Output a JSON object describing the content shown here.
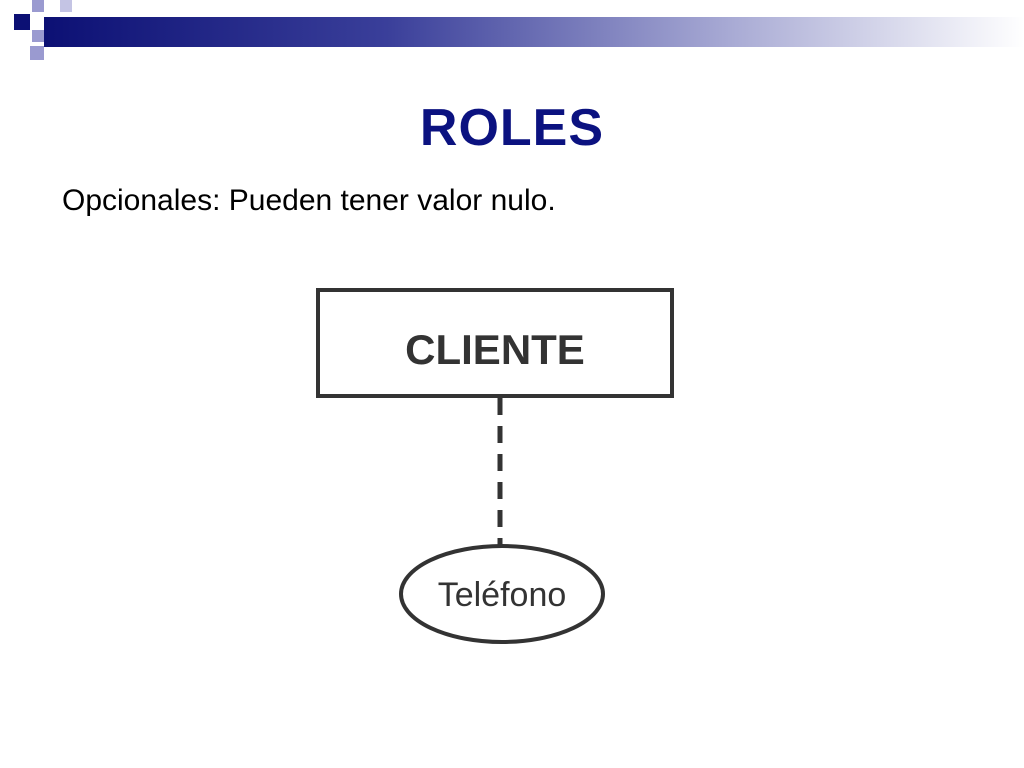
{
  "slide": {
    "title": "ROLES",
    "subtitle": "Opcionales: Pueden tener valor nulo."
  },
  "diagram": {
    "entity": {
      "label": "CLIENTE"
    },
    "attribute": {
      "label": "Teléfono"
    },
    "link": {
      "style": "dashed"
    }
  },
  "colors": {
    "title": "#0b1280",
    "banner_dark": "#0c1074",
    "banner_light": "#ffffff",
    "accent_square": "#9a9ad0",
    "diagram_stroke": "#333333"
  }
}
